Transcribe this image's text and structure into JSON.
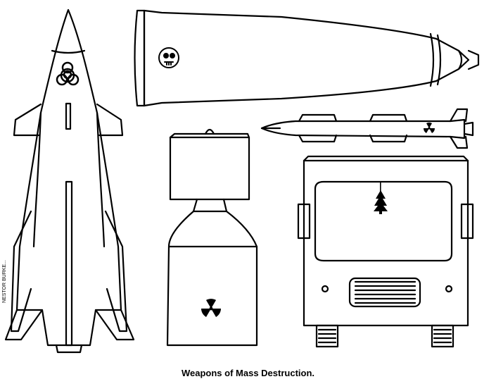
{
  "caption": "Weapons of Mass Destruction.",
  "signature": "NESTOR BURKE...",
  "illustrations": [
    {
      "name": "rocket",
      "icon": "biohazard-icon"
    },
    {
      "name": "bomb-shell",
      "icon": "skull-icon"
    },
    {
      "name": "cruise-missile",
      "icon": "radiation-icon"
    },
    {
      "name": "atomic-bomb",
      "icon": "radiation-icon"
    },
    {
      "name": "truck",
      "icon": "pine-tree-air-freshener-icon"
    }
  ],
  "colors": {
    "ink": "#000000",
    "paper": "#ffffff"
  }
}
